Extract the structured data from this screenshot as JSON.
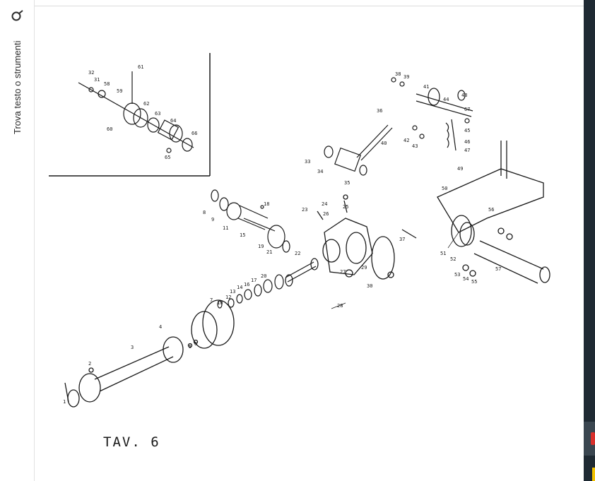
{
  "sidebar": {
    "search_icon": "search-icon",
    "tools_label": "Trova testo o strumenti"
  },
  "document": {
    "caption": "TAV. 6",
    "part_labels": [
      "1",
      "2",
      "3",
      "4",
      "5",
      "6",
      "7",
      "8",
      "9",
      "10",
      "11",
      "12",
      "13",
      "14",
      "15",
      "16",
      "17",
      "18",
      "19",
      "20",
      "21",
      "22",
      "23",
      "24",
      "25",
      "26",
      "27",
      "28",
      "29",
      "30",
      "31",
      "32",
      "33",
      "34",
      "35",
      "36",
      "37",
      "38",
      "39",
      "40",
      "41",
      "42",
      "43",
      "44",
      "45",
      "46",
      "47",
      "48",
      "49",
      "50",
      "51",
      "52",
      "53",
      "54",
      "55",
      "56",
      "57",
      "58",
      "59",
      "60",
      "61",
      "62",
      "63",
      "64",
      "65",
      "66",
      "67"
    ]
  },
  "colors": {
    "ink": "#1a1a1a",
    "sidebar_border": "#e1e1e1",
    "scroll_dark": "#1f2a33",
    "badge_red": "#d9302c",
    "badge_yellow": "#f2c200"
  }
}
